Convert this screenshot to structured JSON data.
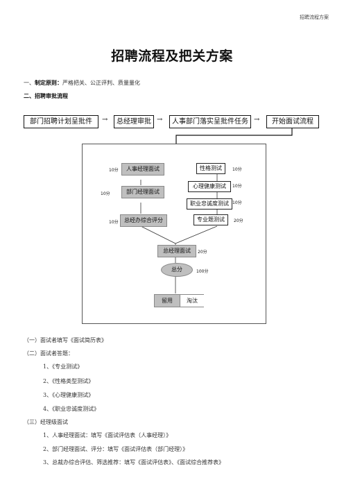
{
  "header_note": "招聘流程方案",
  "title": "招聘流程及把关方案",
  "principle": {
    "prefix": "一、",
    "label": "制定原则：",
    "text": "严格把关、公正评判、质量量化"
  },
  "section2": "二、招聘审批流程",
  "flow_top": [
    "部门招聘计划呈批件",
    "总经理审批",
    "人事部门落实呈批件任务",
    "开始面试流程"
  ],
  "arrow_glyph": "→",
  "diagram": {
    "left_nodes": [
      {
        "label": "人事经理面试",
        "score": "10分"
      },
      {
        "label": "部门经理面试",
        "score": "10分"
      },
      {
        "label": "总经办综合评分",
        "score": "10分"
      }
    ],
    "right_nodes": [
      {
        "label": "性格测试",
        "score": "10分"
      },
      {
        "label": "心理健康测试",
        "score": "10分"
      },
      {
        "label": "职业忠诚度测试",
        "score": "10分"
      },
      {
        "label": "专业题测试",
        "score": "20分"
      }
    ],
    "gm": {
      "label": "总经理面试",
      "score": "20分"
    },
    "total": {
      "label": "总分",
      "score": "100分"
    },
    "result": {
      "hire": "留用",
      "out": "淘汰"
    }
  },
  "list": {
    "item1": "（一）面试者填写《面试简历表》",
    "item2": "（二）面试者答题：",
    "sub2": [
      "1、《专业测试》",
      "2、《性格类型测试》",
      "3、《心理健康测试》",
      "4、《职业忠诚度测试》"
    ],
    "item3": "（三）经理级面试",
    "sub3": [
      "1、人事经理面试：填写《面试评估表（人事经理）》",
      "2、部门经理面试、评分：填写《面试评估表（部门经理）》",
      "3、总裁办综合评估、筛选推荐：填写《面试评估表》、《面试综合推荐表》"
    ]
  }
}
